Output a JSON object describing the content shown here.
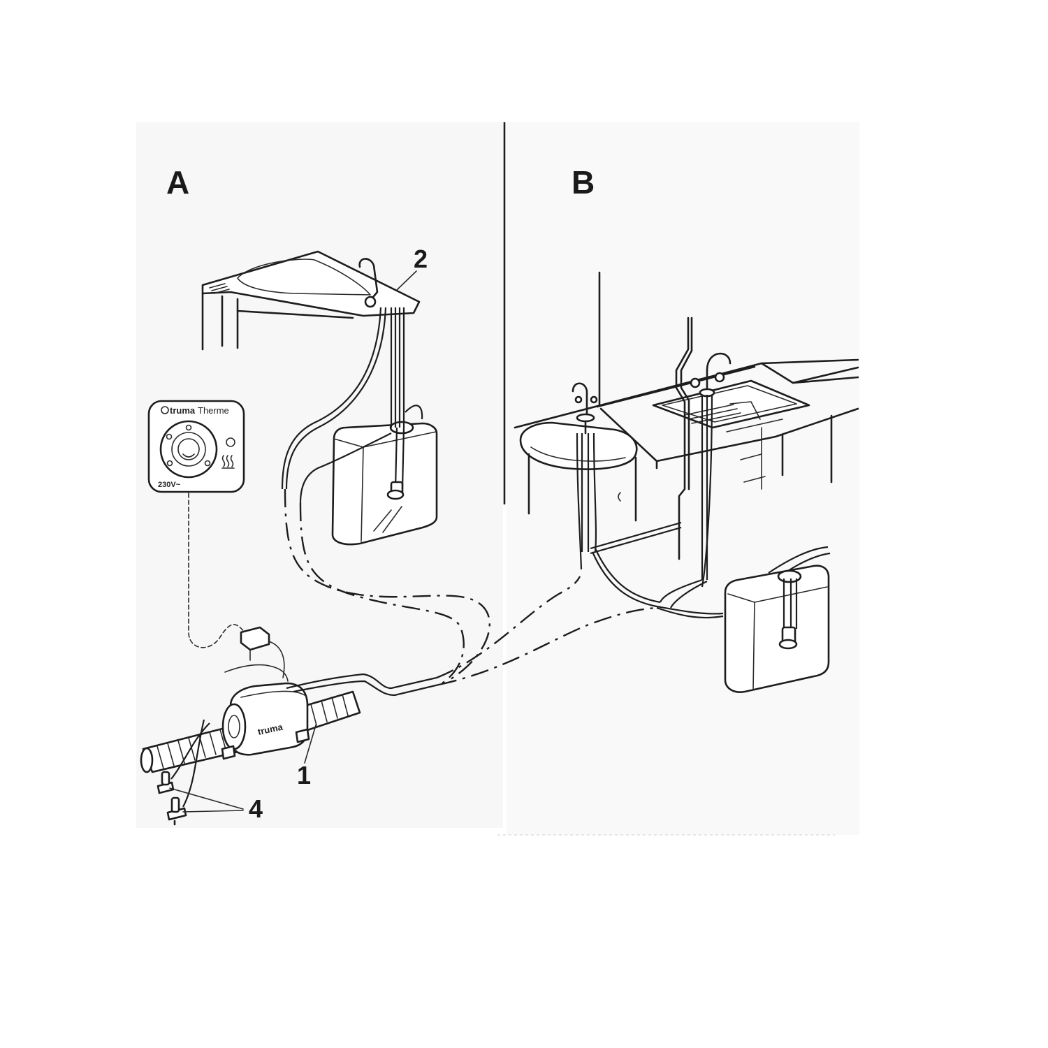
{
  "panels": {
    "a_label": "A",
    "b_label": "B"
  },
  "callouts": {
    "c1": "1",
    "c2": "2",
    "c4": "4"
  },
  "control_panel": {
    "brand": "truma",
    "product": "Therme",
    "voltage": "230V~"
  },
  "heater": {
    "brand": "truma"
  }
}
